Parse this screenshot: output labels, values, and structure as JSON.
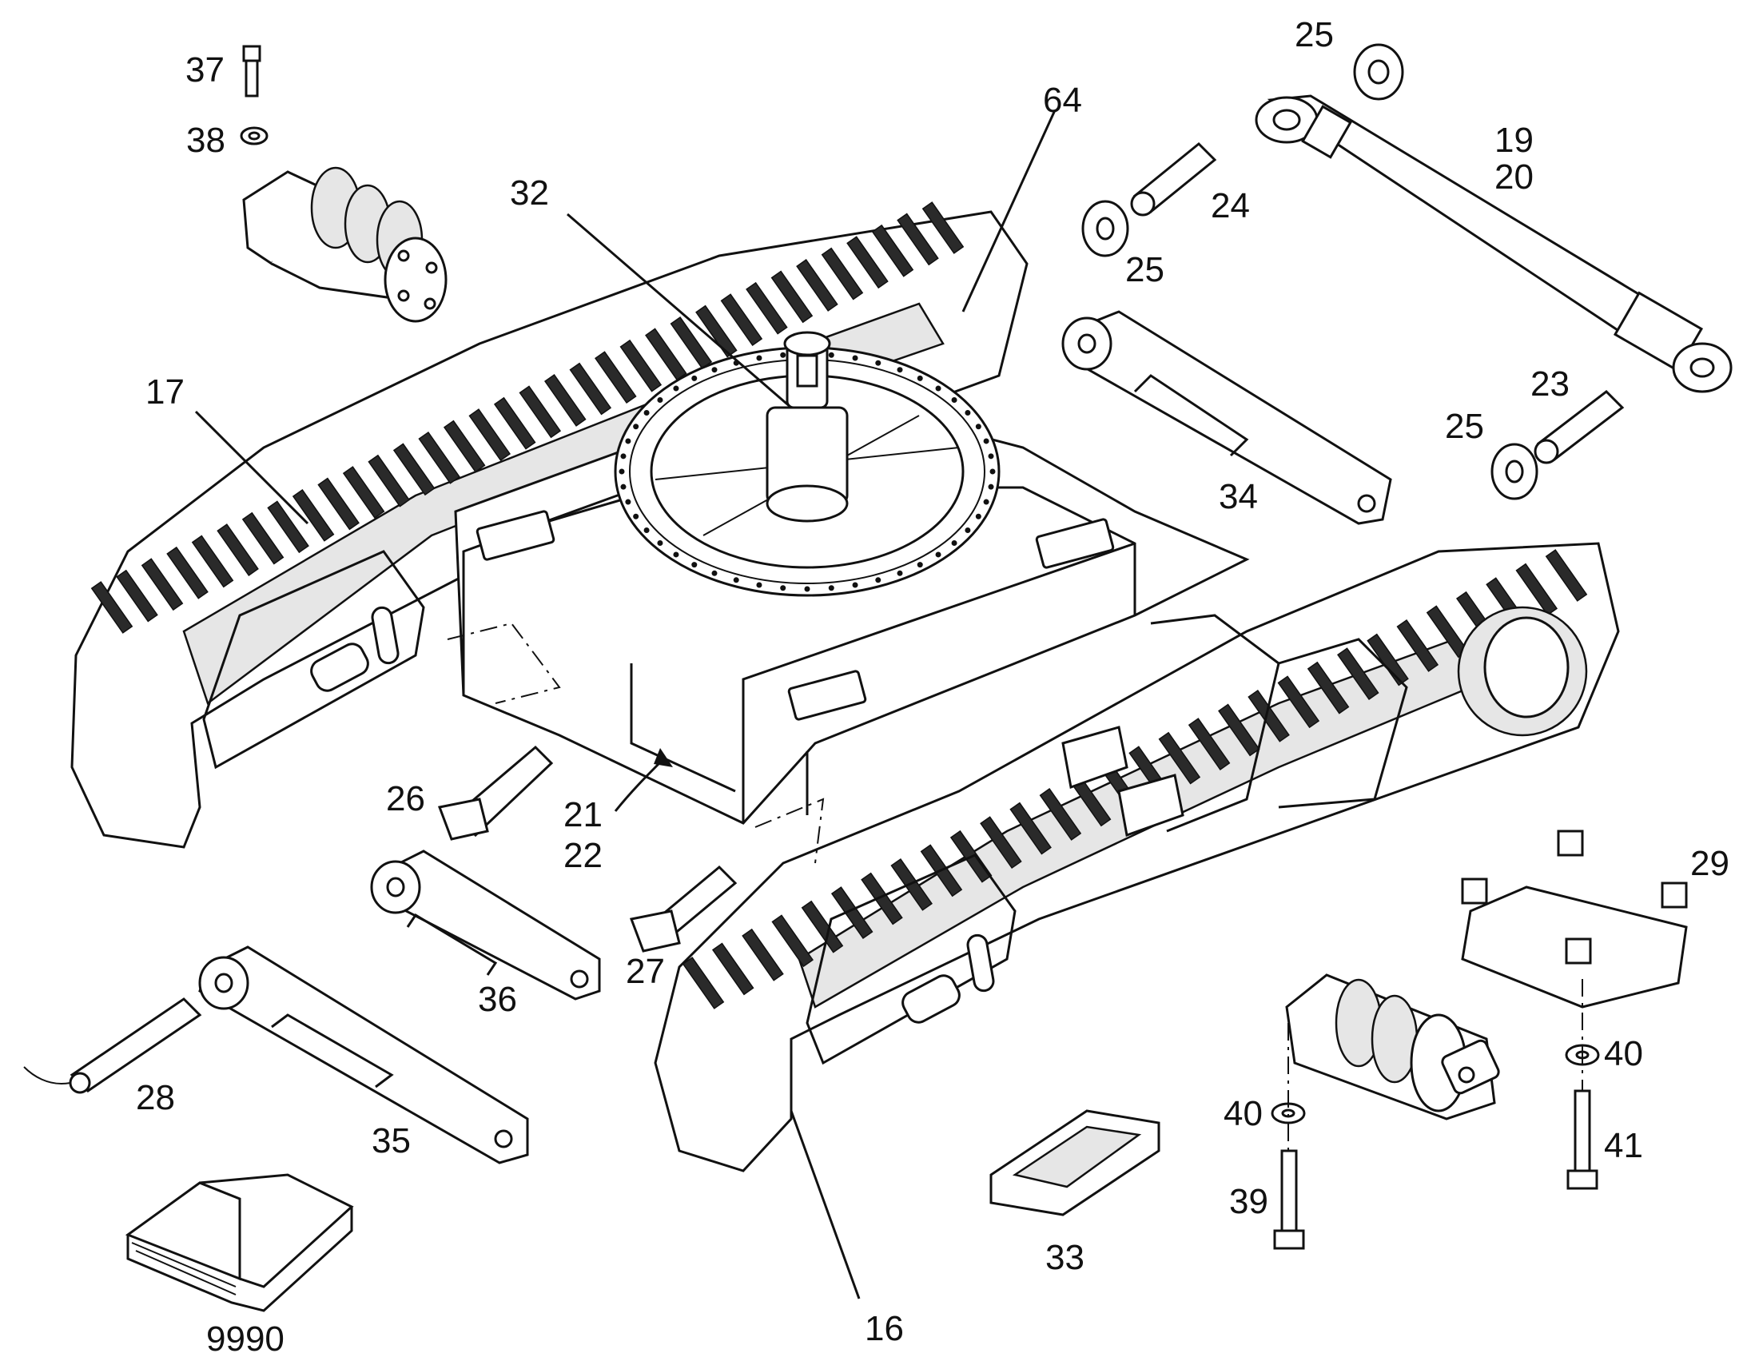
{
  "callouts": [
    {
      "id": "c37",
      "text": "37"
    },
    {
      "id": "c38",
      "text": "38"
    },
    {
      "id": "c32",
      "text": "32"
    },
    {
      "id": "c64",
      "text": "64"
    },
    {
      "id": "c25a",
      "text": "25"
    },
    {
      "id": "c19",
      "text": "19"
    },
    {
      "id": "c20",
      "text": "20"
    },
    {
      "id": "c24",
      "text": "24"
    },
    {
      "id": "c25b",
      "text": "25"
    },
    {
      "id": "c17",
      "text": "17"
    },
    {
      "id": "c23",
      "text": "23"
    },
    {
      "id": "c25c",
      "text": "25"
    },
    {
      "id": "c34",
      "text": "34"
    },
    {
      "id": "c26",
      "text": "26"
    },
    {
      "id": "c21",
      "text": "21"
    },
    {
      "id": "c22",
      "text": "22"
    },
    {
      "id": "c29",
      "text": "29"
    },
    {
      "id": "c36",
      "text": "36"
    },
    {
      "id": "c27",
      "text": "27"
    },
    {
      "id": "c40a",
      "text": "40"
    },
    {
      "id": "c28",
      "text": "28"
    },
    {
      "id": "c35",
      "text": "35"
    },
    {
      "id": "c40b",
      "text": "40"
    },
    {
      "id": "c41",
      "text": "41"
    },
    {
      "id": "c39",
      "text": "39"
    },
    {
      "id": "c33",
      "text": "33"
    },
    {
      "id": "c16",
      "text": "16"
    },
    {
      "id": "c9990",
      "text": "9990"
    }
  ]
}
